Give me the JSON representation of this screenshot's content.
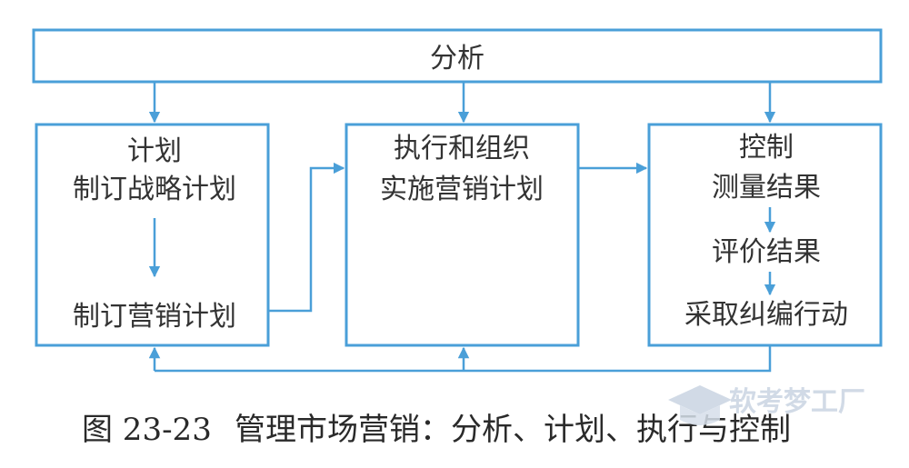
{
  "diagram": {
    "top_box": {
      "label": "分析"
    },
    "plan_box": {
      "title": "计划",
      "line1": "制订战略计划",
      "line2": "制订营销计划"
    },
    "execute_box": {
      "line1": "执行和组织",
      "line2": "实施营销计划"
    },
    "control_box": {
      "title": "控制",
      "step1": "测量结果",
      "step2": "评价结果",
      "step3": "采取纠编行动"
    },
    "accent_color": "#4a9fd8"
  },
  "caption": {
    "figure_no": "图 23-23",
    "text": "管理市场营销：分析、计划、执行与控制"
  },
  "watermark": {
    "text": "软考梦工厂",
    "icon": "graduation-cap-icon"
  }
}
